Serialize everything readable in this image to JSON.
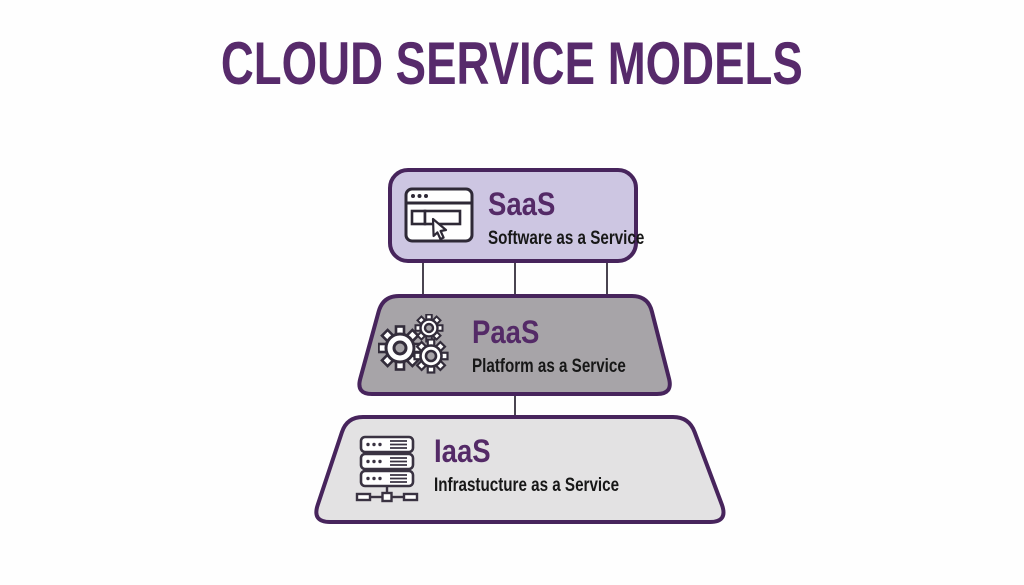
{
  "title": "CLOUD SERVICE MODELS",
  "colors": {
    "accent_purple": "#572a6b",
    "tier_border": "#47245c",
    "saas_fill": "#cdc6e2",
    "paas_fill": "#a7a4a8",
    "iaas_fill": "#e3e2e3",
    "connector_line": "#4a4450",
    "subtitle_text": "#171717"
  },
  "tiers": [
    {
      "id": "saas",
      "acronym": "SaaS",
      "label": "Software as a Service",
      "icon": "browser-cursor-icon"
    },
    {
      "id": "paas",
      "acronym": "PaaS",
      "label": "Platform as a Service",
      "icon": "gears-icon"
    },
    {
      "id": "iaas",
      "acronym": "IaaS",
      "label": "Infrastucture as a Service",
      "icon": "server-stack-icon"
    }
  ]
}
